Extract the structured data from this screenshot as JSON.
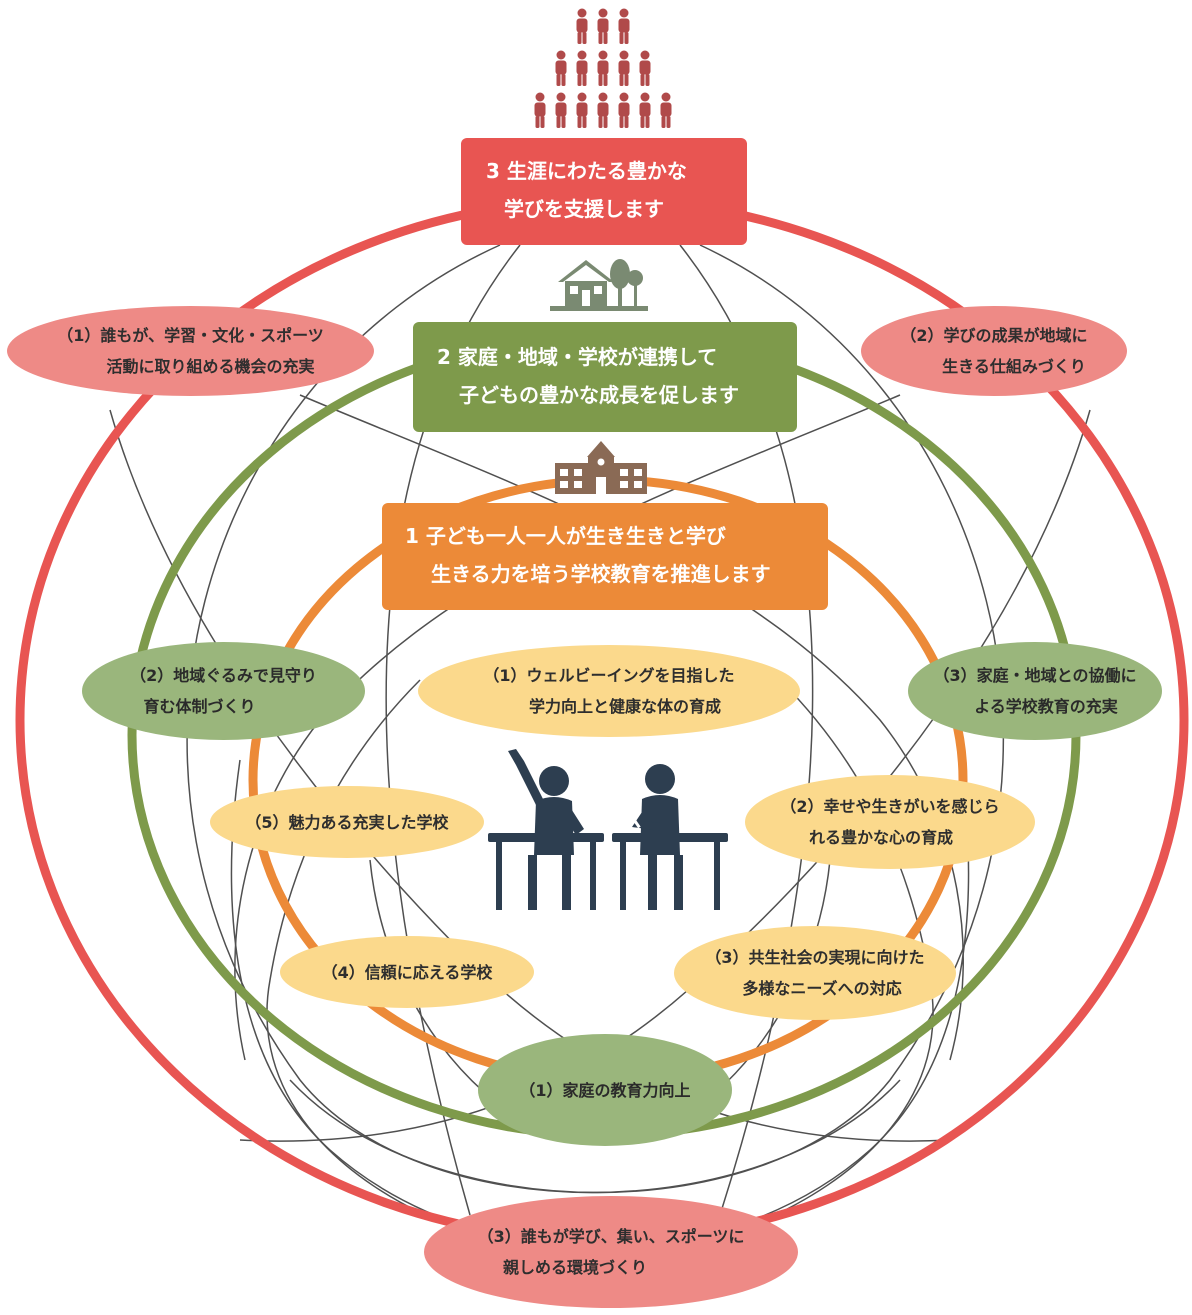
{
  "colors": {
    "red": "#e85552",
    "green": "#7e9a4b",
    "orange": "#ec8a38",
    "ellipse_red": "#ee8a86",
    "ellipse_green": "#9ab67c",
    "ellipse_yellow": "#fbd98c",
    "people_icon": "#b04a4a",
    "house_icon": "#7a8a72",
    "school_icon": "#8a6a55",
    "students_icon": "#2d3e50"
  },
  "pillars": {
    "pillar3": {
      "line1": "3 生涯にわたる豊かな",
      "line2": "学びを支援します"
    },
    "pillar2": {
      "line1": "2 家庭・地域・学校が連携して",
      "line2": "子どもの豊かな成長を促します"
    },
    "pillar1": {
      "line1": "1 子ども一人一人が生き生きと学び",
      "line2": "生きる力を培う学校教育を推進します"
    }
  },
  "outer_items": {
    "item1": {
      "line1": "（1）誰もが、学習・文化・スポーツ",
      "line2": "活動に取り組める機会の充実"
    },
    "item2": {
      "line1": "（2）学びの成果が地域に",
      "line2": "生きる仕組みづくり"
    },
    "item3": {
      "line1": "（3）誰もが学び、集い、スポーツに",
      "line2": "親しめる環境づくり"
    }
  },
  "middle_items": {
    "item1": {
      "line1": "（1）家庭の教育力向上"
    },
    "item2": {
      "line1": "（2）地域ぐるみで見守り",
      "line2": "育む体制づくり"
    },
    "item3": {
      "line1": "（3）家庭・地域との協働に",
      "line2": "よる学校教育の充実"
    }
  },
  "inner_items": {
    "item1": {
      "line1": "（1）ウェルビーイングを目指した",
      "line2": "学力向上と健康な体の育成"
    },
    "item2": {
      "line1": "（2）幸せや生きがいを感じら",
      "line2": "れる豊かな心の育成"
    },
    "item3": {
      "line1": "（3）共生社会の実現に向けた",
      "line2": "多様なニーズへの対応"
    },
    "item4": {
      "line1": "（4）信頼に応える学校"
    },
    "item5": {
      "line1": "（5）魅力ある充実した学校"
    }
  },
  "icons": {
    "people": "people-pyramid-icon",
    "house": "house-tree-icon",
    "school": "school-building-icon",
    "students": "students-at-desks-icon"
  }
}
